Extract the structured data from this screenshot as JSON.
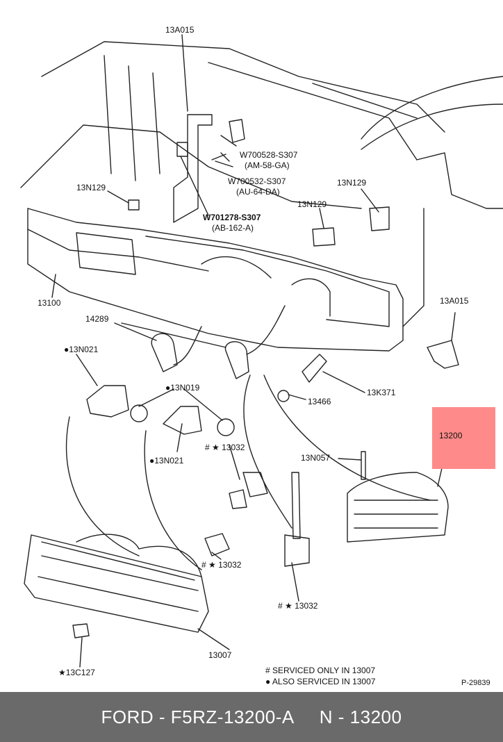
{
  "diagram": {
    "callouts": {
      "c13A015_top": "13A015",
      "cW700528": "W700528-S307",
      "cAM58": "(AM-58-GA)",
      "cW700532": "W700532-S307",
      "cAU64": "(AU-64-DA)",
      "cW701278": "W701278-S307",
      "cAB162": "(AB-162-A)",
      "c13N129_left": "13N129",
      "c13N129_mid": "13N129",
      "c13N129_right": "13N129",
      "c13100": "13100",
      "c14289": "14289",
      "c13A015_right": "13A015",
      "c13N021_top": "●13N021",
      "c13N019": "●13N019",
      "c13N021_bot": "●13N021",
      "c13032_a": "# ★ 13032",
      "c13032_b": "# ★ 13032",
      "c13032_c": "# ★ 13032",
      "c13466": "13466",
      "c13K371": "13K371",
      "c13N057": "13N057",
      "c13007": "13007",
      "c13C127": "★13C127"
    },
    "highlight_label": "13200",
    "legend": {
      "hash": "#  SERVICED ONLY IN 13007",
      "dot": "●  ALSO SERVICED IN 13007"
    },
    "figure_id": "P-29839"
  },
  "footer": {
    "brand_part": "FORD - F5RZ-13200-A",
    "ref": "N - 13200"
  },
  "colors": {
    "highlight": "#ff8a8a",
    "footer_bg": "#6a6a6a"
  }
}
